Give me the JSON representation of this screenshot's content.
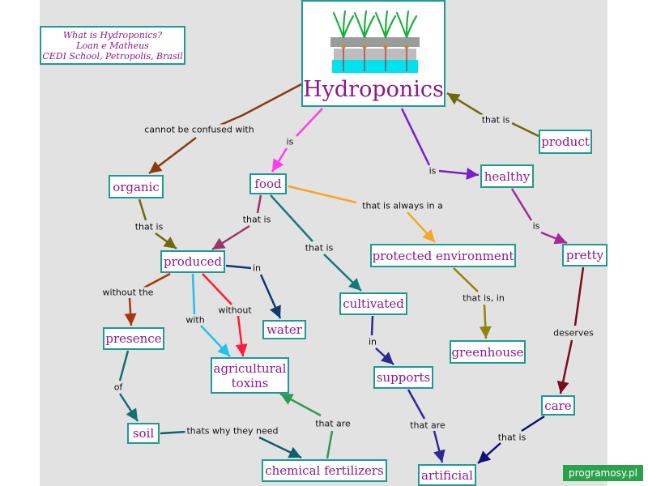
{
  "info": {
    "line1": "What is Hydroponics?",
    "line2": "Loan e Matheus",
    "line3": "CEDI School, Petropolis, Brasil"
  },
  "center": {
    "title": "Hydroponics",
    "image": "hydroponic-plants-tray-icon"
  },
  "nodes": {
    "product": "product",
    "healthy": "healthy",
    "organic": "organic",
    "food": "food",
    "produced": "produced",
    "protected_environment": "protected environment",
    "pretty": "pretty",
    "presence": "presence",
    "water": "water",
    "cultivated": "cultivated",
    "greenhouse": "greenhouse",
    "agricultural_toxins": "agricultural toxins",
    "supports": "supports",
    "care": "care",
    "soil": "soil",
    "chemical_fertilizers": "chemical fertilizers",
    "artificial": "artificial"
  },
  "links": {
    "cannot_be_confused_with": "cannot be confused with",
    "is_food": "is",
    "is_healthy": "is",
    "that_is_product": "that is",
    "that_is_organic": "that is",
    "that_is_food": "that is",
    "that_is_always_in_a": "that is always in a",
    "that_is_cultivated": "that is",
    "is_pretty": "is",
    "without_the": "without the",
    "with": "with",
    "without": "without",
    "in_water": "in",
    "that_is_in": "that is, in",
    "in_supports": "in",
    "deserves": "deserves",
    "of": "of",
    "thats_why_they_need": "thats why they need",
    "that_are_fertilizers": "that are",
    "that_are_supports": "that are",
    "that_is_care": "that is"
  },
  "colors": {
    "border": "#1e9a96",
    "node_text": "#8b1a8b",
    "background": "#e2e2e2",
    "brown": "#8b3a0e",
    "magenta": "#ff3cf0",
    "purple": "#7a1fc8",
    "olive": "#6e6a0c",
    "plum": "#9b3468",
    "orange": "#f5a623",
    "teal": "#127a7a",
    "violet_pink": "#a6269e",
    "dark_red": "#7a0c1c",
    "rust": "#a8360a",
    "sky": "#21c0ef",
    "red": "#ff1a3a",
    "navy": "#0e3a6e",
    "olive2": "#8e850a",
    "indigo": "#2a2a92",
    "navy2": "#101078",
    "green": "#2c9a52",
    "dark_teal": "#0f5f6e",
    "teal2": "#127070"
  },
  "watermark": "programosy.pl"
}
